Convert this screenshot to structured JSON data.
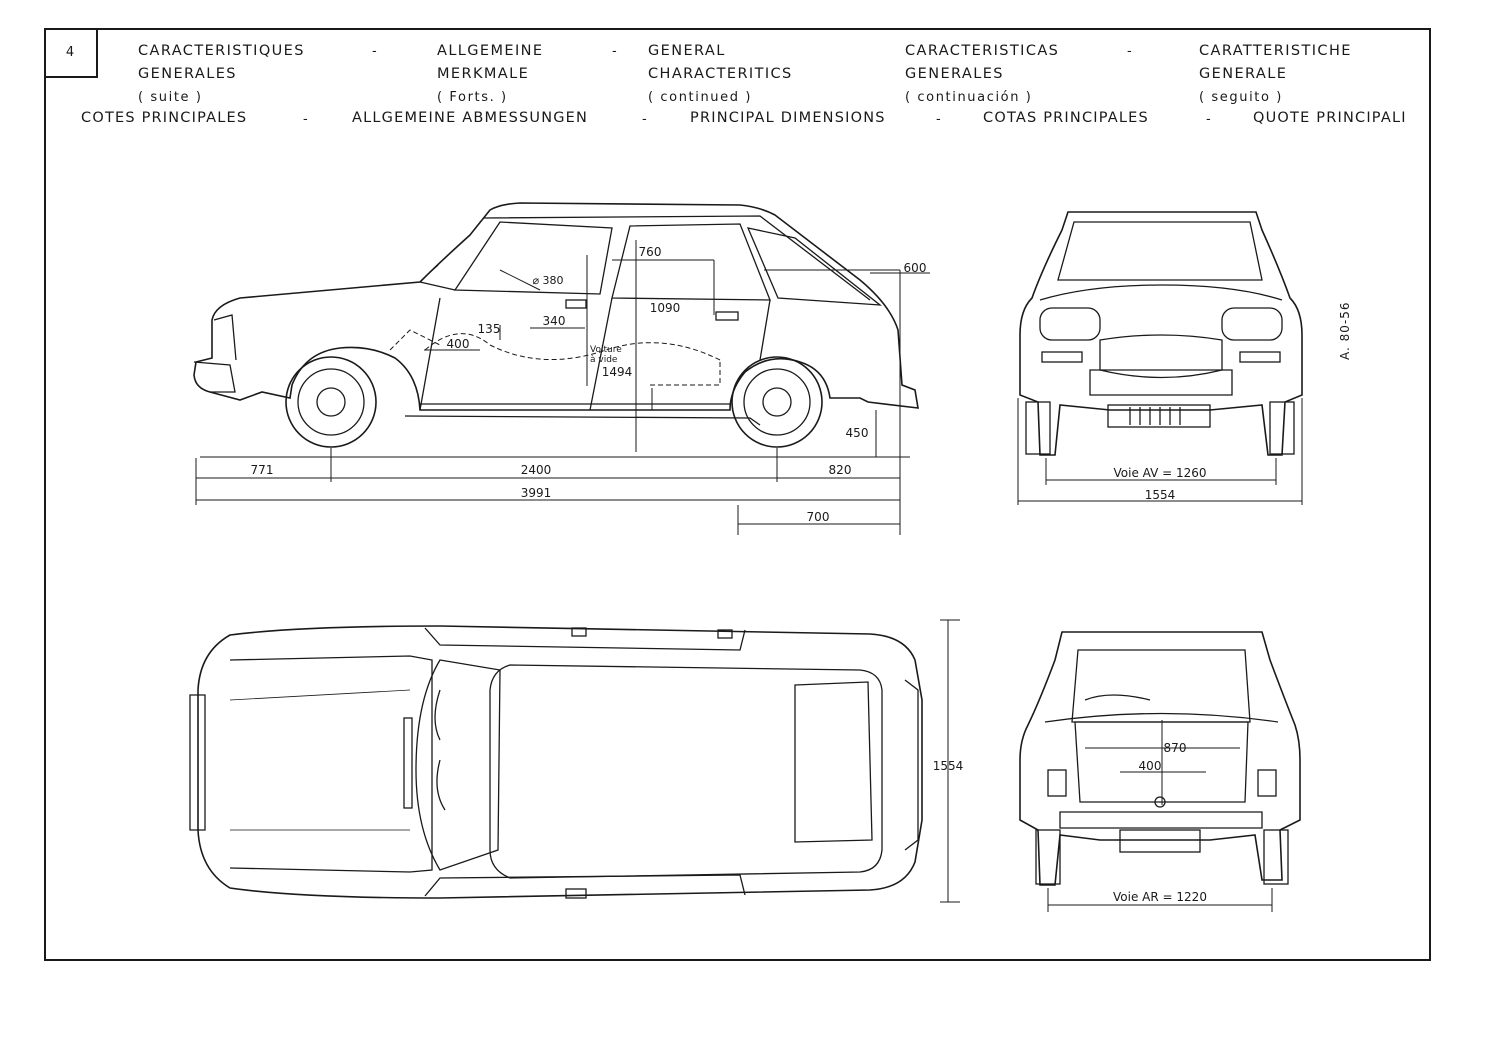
{
  "page_number": "4",
  "header": {
    "fr": {
      "line1": "CARACTERISTIQUES",
      "line2": "GENERALES",
      "sub": "( suite )"
    },
    "de": {
      "line1": "ALLGEMEINE",
      "line2": "MERKMALE",
      "sub": "( Forts. )"
    },
    "en": {
      "line1": "GENERAL",
      "line2": "CHARACTERITICS",
      "sub": "( continued )"
    },
    "es": {
      "line1": "CARACTERISTICAS",
      "line2": "GENERALES",
      "sub": "( continuación )"
    },
    "it": {
      "line1": "CARATTERISTICHE",
      "line2": "GENERALE",
      "sub": "( seguito )"
    },
    "separator": "-"
  },
  "dimension_titles": {
    "fr": "COTES PRINCIPALES",
    "de": "ALLGEMEINE  ABMESSUNGEN",
    "en": "PRINCIPAL DIMENSIONS",
    "es": "COTAS PRINCIPALES",
    "it": "QUOTE PRINCIPALI"
  },
  "reference": "A. 80-56",
  "side_view": {
    "front_overhang": "771",
    "wheelbase": "2400",
    "rear_overhang": "820",
    "overall_length": "3991",
    "rear_700": "700",
    "height_1090": "1090",
    "dim_760": "760",
    "dim_600": "600",
    "dim_380": "⌀ 380",
    "dim_340": "340",
    "dim_135": "135",
    "dim_400": "400",
    "dim_450": "450",
    "dim_1494": "1494",
    "unladen_1": "Voiture",
    "unladen_2": "à vide"
  },
  "front_view": {
    "track": "Voie AV = 1260",
    "width": "1554"
  },
  "rear_view": {
    "track": "Voie AR = 1220",
    "dim_870": "870",
    "dim_400": "400"
  },
  "top_view": {
    "width": "1554"
  }
}
